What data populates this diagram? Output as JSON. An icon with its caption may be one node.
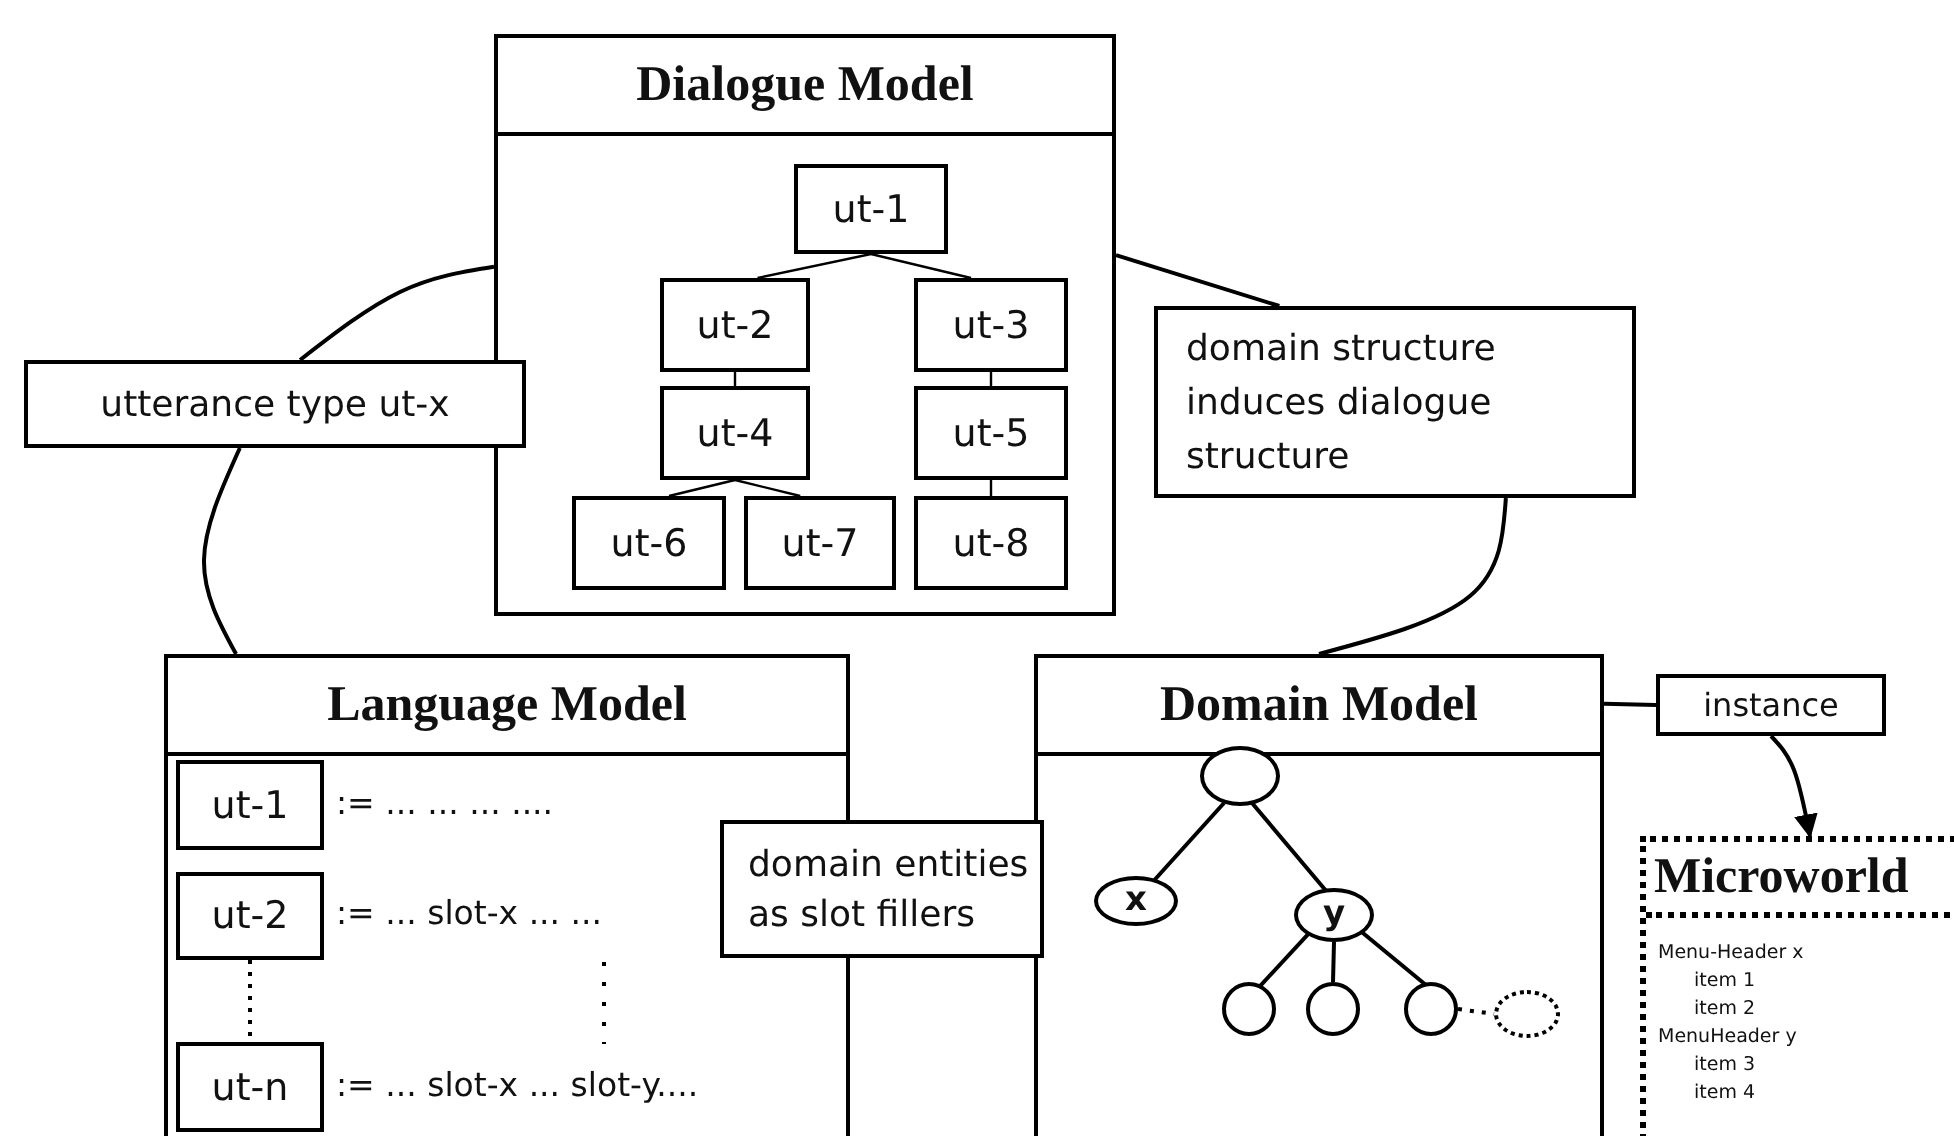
{
  "diagram": {
    "nodes": [
      {
        "text": [
          "Dialogue Model"
        ]
      },
      {
        "text": [
          "ut-1"
        ],
        "in": 0
      },
      {
        "text": [
          "ut-2"
        ],
        "in": 0
      },
      {
        "text": [
          "ut-3"
        ],
        "in": 0
      },
      {
        "text": [
          "ut-4"
        ],
        "in": 0
      },
      {
        "text": [
          "ut-5"
        ],
        "in": 0
      },
      {
        "text": [
          "ut-6"
        ],
        "in": 0
      },
      {
        "text": [
          "ut-7"
        ],
        "in": 0
      },
      {
        "text": [
          "ut-8"
        ],
        "in": 0
      },
      {
        "text": [
          "utterance type ut-x"
        ]
      },
      {
        "text": [
          "domain structure induces dialogue structure"
        ]
      },
      {
        "text": [
          "Language Model"
        ]
      },
      {
        "text": [
          "ut-1"
        ],
        "in": 11,
        "beside": [
          ":= ... ... ... ...."
        ]
      },
      {
        "text": [
          "ut-2"
        ],
        "in": 11,
        "beside": [
          ":= ... slot-x ... ..."
        ]
      },
      {
        "text": [
          "ut-n"
        ],
        "in": 11,
        "beside": [
          ":= ... slot-x ... slot-y...."
        ]
      },
      {
        "text": [
          "domain entities as slot fillers"
        ]
      },
      {
        "text": [
          "Domain Model"
        ]
      },
      {
        "text": [],
        "shape": "ellipse",
        "in": 16
      },
      {
        "text": [
          "x"
        ],
        "in": 16
      },
      {
        "text": [
          "y"
        ],
        "in": 16
      },
      {
        "text": [],
        "shape": "circle",
        "in": 16
      },
      {
        "text": [],
        "shape": "circle",
        "in": 16
      },
      {
        "text": [],
        "shape": "circle",
        "in": 16
      },
      {
        "text": [],
        "shape": "ellipse",
        "in": 16
      },
      {
        "text": [
          "instance"
        ]
      },
      {
        "text": [
          "Microworld",
          "Menu-Header x",
          "item 1",
          "item 2",
          "MenuHeader y",
          "item 3",
          "item 4"
        ]
      }
    ],
    "edges": [
      {
        "from": 1,
        "to": 2,
        "arrow": "none"
      },
      {
        "from": 1,
        "to": 3,
        "arrow": "none"
      },
      {
        "from": 2,
        "to": 4,
        "arrow": "none"
      },
      {
        "from": 3,
        "to": 5,
        "arrow": "none"
      },
      {
        "from": 4,
        "to": 6,
        "arrow": "none"
      },
      {
        "from": 4,
        "to": 7,
        "arrow": "none"
      },
      {
        "from": 5,
        "to": 8,
        "arrow": "none"
      },
      {
        "from": 9,
        "to": 0,
        "arrow": "none"
      },
      {
        "from": 9,
        "to": 11,
        "arrow": "none"
      },
      {
        "from": 0,
        "to": 10,
        "arrow": "none"
      },
      {
        "from": 10,
        "to": 16,
        "arrow": "none"
      },
      {
        "from": 16,
        "to": 24,
        "arrow": "none"
      },
      {
        "from": 24,
        "to": 25,
        "arrow": "to"
      },
      {
        "from": 13,
        "to": 14,
        "arrow": "none",
        "style": "dashed"
      },
      {
        "from": 17,
        "to": 18,
        "arrow": "none"
      },
      {
        "from": 17,
        "to": 19,
        "arrow": "none"
      },
      {
        "from": 19,
        "to": 20,
        "arrow": "none"
      },
      {
        "from": 19,
        "to": 21,
        "arrow": "none"
      },
      {
        "from": 19,
        "to": 22,
        "arrow": "none"
      },
      {
        "from": 22,
        "to": 23,
        "arrow": "none",
        "style": "dashed"
      }
    ]
  }
}
